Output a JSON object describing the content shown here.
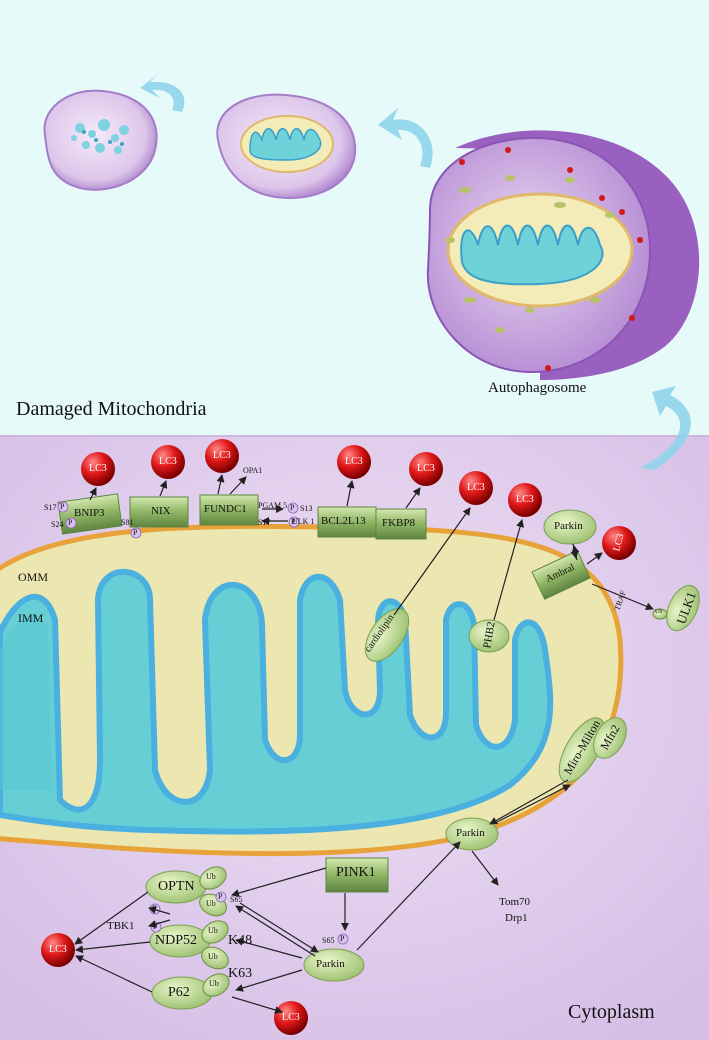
{
  "headings": {
    "damaged": "Damaged Mitochondria",
    "autophagosome": "Autophagosome",
    "cytoplasm": "Cytoplasm"
  },
  "membranes": {
    "omm": "OMM",
    "imm": "IMM"
  },
  "receptors": {
    "bnip3": "BNIP3",
    "nix": "NIX",
    "fundc1": "FUNDC1",
    "bcl2l13": "BCL2L13",
    "fkbp8": "FKBP8",
    "cardiolipin": "cardiolipin",
    "phb2": "PHB2",
    "ambral": "Ambral",
    "parkin_top": "Parkin",
    "ulk1_right": "ULK1"
  },
  "lc3": "LC3",
  "sites": {
    "s17": "S17",
    "s24": "S24",
    "s81": "S81",
    "s13": "S13",
    "s17b": "S17",
    "s65a": "S65",
    "s65b": "S65",
    "p": "P"
  },
  "small": {
    "opa1": "OPA1",
    "pgam5": "PGAM 5",
    "ulk1": "ULK 1",
    "traf": "TRAF",
    "ub": "Ub",
    "tbk1": "TBK1"
  },
  "pathway": {
    "pink1": "PINK1",
    "parkin_mid": "Parkin",
    "parkin_low": "Parkin",
    "miro": "Miro-Milton",
    "mfn2": "Mfn2",
    "tom70": "Tom70",
    "drp1": "Drp1",
    "optn": "OPTN",
    "ndp52": "NDP52",
    "p62": "P62",
    "k48": "K48",
    "k63": "K63"
  }
}
